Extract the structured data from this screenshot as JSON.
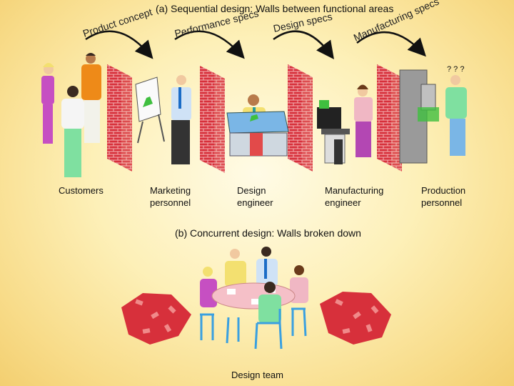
{
  "section_a": {
    "title": "(a)  Sequential design: Walls between functional areas",
    "arrows": [
      "Product concept",
      "Performance specs",
      "Design specs",
      "Manufacturing specs"
    ],
    "roles": [
      {
        "line1": "Customers",
        "line2": ""
      },
      {
        "line1": "Marketing",
        "line2": "personnel"
      },
      {
        "line1": "Design",
        "line2": "engineer"
      },
      {
        "line1": "Manufacturing",
        "line2": "engineer"
      },
      {
        "line1": "Production",
        "line2": "personnel"
      }
    ],
    "question_marks": "? ? ?"
  },
  "section_b": {
    "title": "(b)  Concurrent design: Walls broken down",
    "caption": "Design team"
  },
  "colors": {
    "brick": "#d7303b",
    "mortar": "#f4b8b8",
    "purple": "#c64fc2",
    "orange": "#ee8a18",
    "green": "#7fe0a0",
    "chair": "#3aa0e0"
  }
}
